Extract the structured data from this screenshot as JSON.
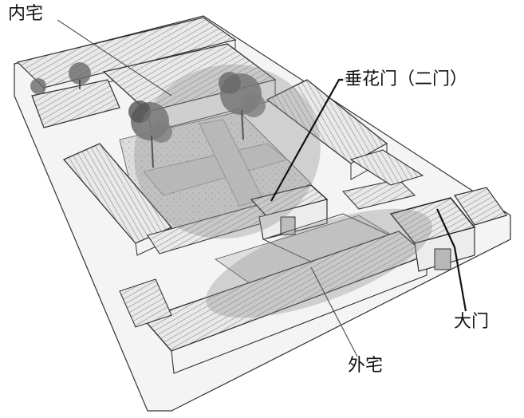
{
  "labels": {
    "inner_residence": "内宅",
    "festooned_gate": "垂花门（二门）",
    "main_gate": "大门",
    "outer_residence": "外宅"
  },
  "colors": {
    "line": "#333333",
    "roof_fill": "#e6e6e6",
    "wall_fill": "#f3f3f3",
    "courtyard_fill": "#d4d4d4",
    "highlight_zone": "#9a9a9a",
    "tree_fill": "#5c5c5c"
  }
}
